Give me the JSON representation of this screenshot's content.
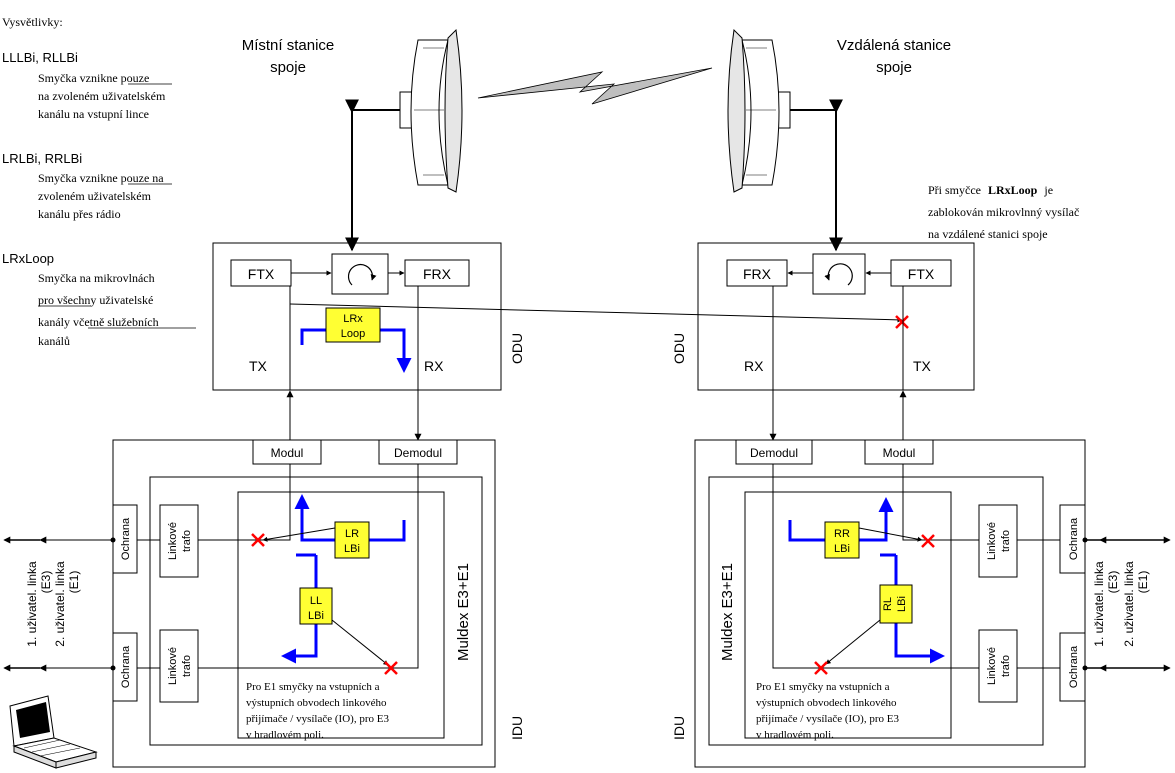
{
  "legend": {
    "title": "Vysvětlivky:",
    "items": [
      {
        "name": "LLLBi, RLLBi",
        "lines": [
          "Smyčka vznikne pouze",
          "na zvoleném uživatelském",
          "kanálu na vstupní lince"
        ]
      },
      {
        "name": "LRLBi, RRLBi",
        "lines": [
          "Smyčka vznikne pouze na",
          "zvoleném uživatelském",
          "kanálu přes rádio"
        ]
      },
      {
        "name": "LRxLoop",
        "lines": [
          "Smyčka na mikrovlnách",
          "pro všechny uživatelské",
          "kanály včetně služebních",
          "kanálů"
        ]
      }
    ]
  },
  "local_station": {
    "title_line1": "Místní stanice",
    "title_line2": "spoje"
  },
  "remote_station": {
    "title_line1": "Vzdálená stanice",
    "title_line2": "spoje"
  },
  "note_top": {
    "prefix": "Při smyčce",
    "bold": "LRxLoop",
    "suffix": "je",
    "line2": "zablokován mikrovlnný vysílač",
    "line3": "na vzdálené stanici spoje"
  },
  "odu": {
    "label": "ODU",
    "ftx": "FTX",
    "frx": "FRX",
    "tx": "TX",
    "rx": "RX"
  },
  "idu": {
    "label": "IDU",
    "modul": "Modul",
    "demodul": "Demodul",
    "muldex": "Muldex E3+E1",
    "ochrana": "Ochrana",
    "trafo_line1": "Linkové",
    "trafo_line2": "trafo"
  },
  "loops": {
    "lrx": [
      "LRx",
      "Loop"
    ],
    "lrlbi": [
      "LR",
      "LBi"
    ],
    "lllbi": [
      "LL",
      "LBi"
    ],
    "rrlbi": [
      "RR",
      "LBi"
    ],
    "rllbi": [
      "RL",
      "LBi"
    ]
  },
  "lines_label": {
    "line1": "1. uživatel. linka",
    "line1b": "(E3)",
    "line2": "2. uživatel. linka",
    "line2b": "(E1)"
  },
  "note_bottom": [
    "Pro E1 smyčky na vstupních a",
    "výstupních obvodech linkového",
    "přijímače / vysílače (IO), pro E3",
    "v hradlovém poli."
  ],
  "colors": {
    "loop_fill": "#ffff33",
    "loop_arrow": "#0000ff",
    "cross": "#ff0000",
    "link_fill": "#bfbfbf"
  }
}
